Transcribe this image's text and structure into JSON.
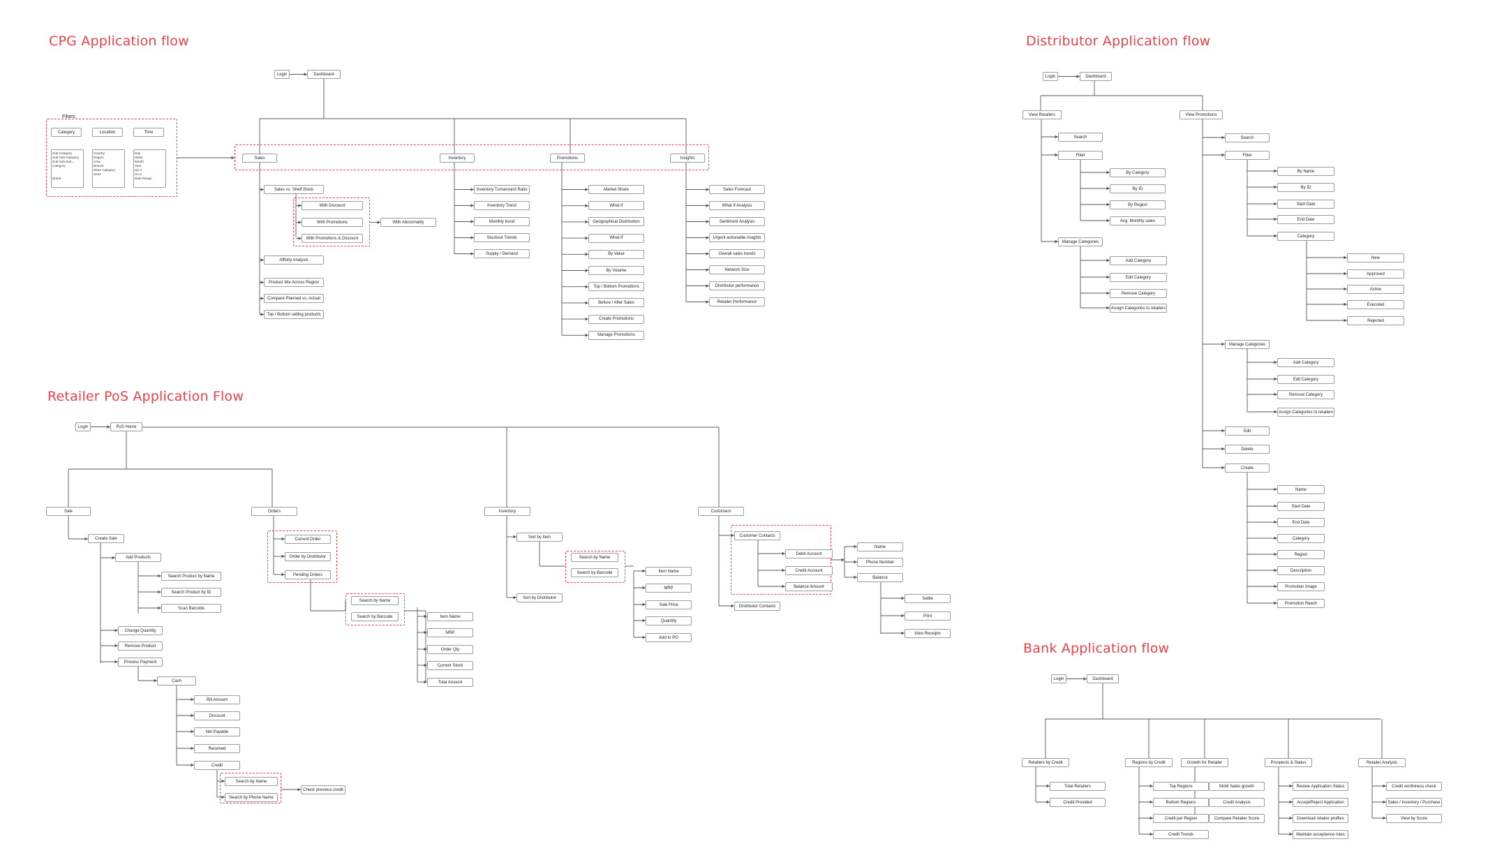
{
  "colors": {
    "accent": "#e8424b",
    "line": "#555555",
    "border": "#9a9a9a"
  },
  "cpg": {
    "title": "CPG Application flow",
    "login": "Login",
    "dashboard": "Dashboard",
    "filters": {
      "label": "Filters",
      "category": "Category",
      "location": "Location",
      "time": "Time",
      "category_list": "Sub-Category\nSub-Sub-Category\nSub-Sub-Sub...\nCategory\n\n\nBrand",
      "location_list": "Country\nRegion\nArea\nBranch\nStore Category\nStore",
      "time_list": "Day\nWeek\nMonth\nYear\nQ1-4\nH1-2\nDate Range"
    },
    "sales": {
      "label": "Sales",
      "children": [
        "Sales vs. Shelf Stock",
        "Affinity Analysis",
        "Product Mix Across Region",
        "Compare Planned vs. Actual",
        "Top / Bottom selling products"
      ],
      "shelf_children": [
        "With Discount",
        "With Promotions",
        "With Promotions & Discount"
      ],
      "abnormality": "With Abnormality"
    },
    "inventory": {
      "label": "Inventory",
      "children": [
        "Inventory Turnaround Ratio",
        "Inventory Trend",
        "Monthly trend",
        "Stockout Trends",
        "Supply / Demand"
      ]
    },
    "promotions": {
      "label": "Promotions",
      "children": [
        "Market Share",
        "What If",
        "Geographical Distribution",
        "What If",
        "By Value",
        "By Volume",
        "Top / Bottom Promotions",
        "Before / After Sales",
        "Create Promotions",
        "Manage Promotions"
      ]
    },
    "insights": {
      "label": "Insights",
      "children": [
        "Sales Forecast",
        "What If Analysis",
        "Sentiment Analysis",
        "Urgent actionable insights",
        "Overall sales trends",
        "Network Size",
        "Distributor performance",
        "Retailer Performance"
      ]
    }
  },
  "retailer": {
    "title": "Retailer PoS Application Flow",
    "login": "Login",
    "home": "PoS Home",
    "sale": {
      "label": "Sale",
      "create": "Create Sale",
      "add_products": "Add Products",
      "search_items": [
        "Search Product by Name",
        "Search Product by ID",
        "Scan Barcode"
      ],
      "actions": [
        "Change Quantity",
        "Remove Product",
        "Process Payment"
      ],
      "cash": "Cash",
      "cash_items": [
        "Bill Amount",
        "Discount",
        "Net Payable",
        "Received",
        "Credit"
      ],
      "credit_search": [
        "Search by Name",
        "Search by Phone Name"
      ],
      "check_credit": "Check previous credit"
    },
    "orders": {
      "label": "Orders",
      "items": [
        "Current Order",
        "Order by Distributor",
        "Pending Orders"
      ],
      "search": [
        "Search by Name",
        "Search by Barcode"
      ],
      "fields": [
        "Item Name",
        "MRP",
        "Order Qty",
        "Current Stock",
        "Total Amount"
      ]
    },
    "inventory": {
      "label": "Inventory",
      "sort_item": "Sort by Item",
      "sort_distributor": "Sort by Distributor",
      "search": [
        "Search by Name",
        "Search by Barcode"
      ],
      "fields": [
        "Item Name",
        "MRP",
        "Sale Price",
        "Quantity",
        "Add to PO"
      ]
    },
    "customers": {
      "label": "Customers",
      "contacts": "Customer Contacts",
      "distributor_contacts": "Distributor Contacts",
      "account_items": [
        "Debit Account",
        "Credit Account",
        "Balance Amount"
      ],
      "contact_fields": [
        "Name",
        "Phone Number",
        "Balance"
      ],
      "balance_items": [
        "Settle",
        "Print",
        "View Receipts"
      ]
    }
  },
  "distributor": {
    "title": "Distributor Application flow",
    "login": "Login",
    "dashboard": "Dashboard",
    "retailers": {
      "label": "View Retailers",
      "search": "Search",
      "filter": "Filter",
      "filter_items": [
        "By Category",
        "By ID",
        "By Region",
        "Avg. Monthly sales"
      ],
      "manage": "Manage Categories",
      "manage_items": [
        "Add Category",
        "Edit Category",
        "Remove Category",
        "Assign Categories to retailers"
      ]
    },
    "promotions": {
      "label": "View Promotions",
      "search": "Search",
      "filter": "Filter",
      "filter_items": [
        "By Name",
        "By ID",
        "Start Date",
        "End Date",
        "Category"
      ],
      "status_items": [
        "New",
        "Approved",
        "Active",
        "Executed",
        "Rejected"
      ],
      "manage": "Manage Categories",
      "manage_items": [
        "Add Category",
        "Edit Category",
        "Remove Category",
        "Assign Categories to retailers"
      ],
      "edit": "Edit",
      "delete": "Delete",
      "create": "Create",
      "create_items": [
        "Name",
        "Start Date",
        "End Date",
        "Category",
        "Region",
        "Description",
        "Promotion Image",
        "Promotion Reach"
      ]
    }
  },
  "bank": {
    "title": "Bank Application flow",
    "login": "Login",
    "dashboard": "Dashboard",
    "groups": [
      {
        "label": "Retailers by Credit",
        "items": [
          "Total Retailers",
          "Credit Provided"
        ]
      },
      {
        "label": "Regions by Credit",
        "items": [
          "Top Regions",
          "Bottom Regions",
          "Credit per Region",
          "Credit Trends"
        ]
      },
      {
        "label": "Growth for Retailer",
        "items": [
          "MoM Sales growth",
          "Credit Analysis",
          "Compare Retailer Score"
        ]
      },
      {
        "label": "Prospects & Status",
        "items": [
          "Review Application Status",
          "Accept/Reject Application",
          "Download retailer profiles",
          "Maintain acceptance rules"
        ]
      },
      {
        "label": "Retailer Analysis",
        "items": [
          "Credit worthiness check",
          "Sales / Inventory / Purchase",
          "View by Score"
        ]
      }
    ]
  }
}
